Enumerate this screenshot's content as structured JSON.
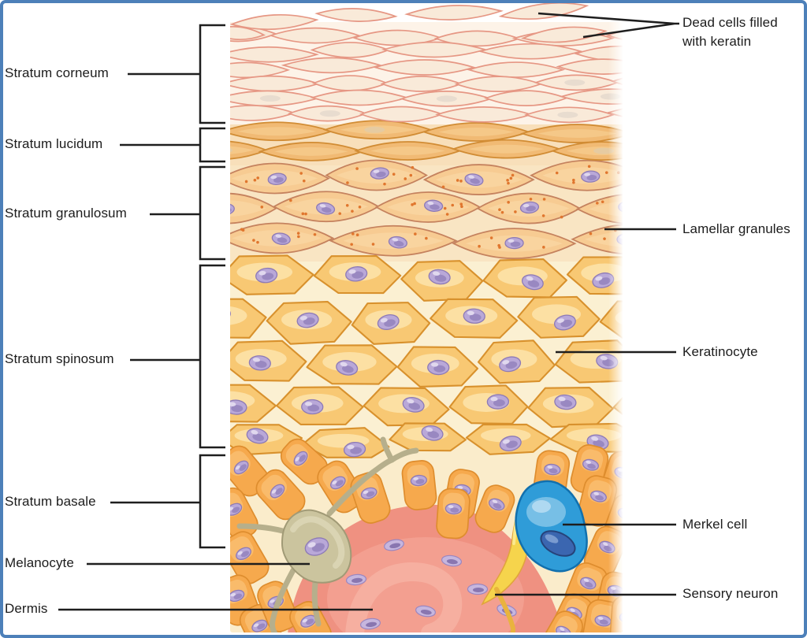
{
  "figure": {
    "description": "Cross-section diagram of epidermis skin layers"
  },
  "labels": {
    "left": [
      {
        "id": "stratum-corneum",
        "text": "Stratum corneum"
      },
      {
        "id": "stratum-lucidum",
        "text": "Stratum lucidum"
      },
      {
        "id": "stratum-granulosum",
        "text": "Stratum granulosum"
      },
      {
        "id": "stratum-spinosum",
        "text": "Stratum spinosum"
      },
      {
        "id": "stratum-basale",
        "text": "Stratum basale"
      },
      {
        "id": "melanocyte",
        "text": "Melanocyte"
      },
      {
        "id": "dermis",
        "text": "Dermis"
      }
    ],
    "right": [
      {
        "id": "dead-cells",
        "text": "Dead cells filled with keratin"
      },
      {
        "id": "lamellar-granules",
        "text": "Lamellar granules"
      },
      {
        "id": "keratinocyte",
        "text": "Keratinocyte"
      },
      {
        "id": "merkel-cell",
        "text": "Merkel cell"
      },
      {
        "id": "sensory-neuron",
        "text": "Sensory neuron"
      }
    ]
  },
  "colors": {
    "border": "#4d80b9",
    "line": "#1e1e1e",
    "text": "#1c1c1c",
    "corneum_fill": "#f9ead9",
    "corneum_stroke": "#e69784",
    "lucidum_fill": "#f1ba74",
    "lucidum_stroke": "#d18c34",
    "granulosum_fill": "#f7cb92",
    "granulosum_stroke": "#c5825e",
    "granule_dot": "#e0762e",
    "spinosum_fill": "#f8c873",
    "spinosum_hl": "#fce2a8",
    "spinosum_stroke": "#d8912d",
    "basale_fill": "#f6a94d",
    "basale_stroke": "#de8d2e",
    "nucleus_fill": "#b9a8d8",
    "nucleus_stroke": "#8d7ab6",
    "dermis_fill": "#ef9181",
    "dermis_light": "#f5ab9c",
    "melanocyte_fill": "#cbc49e",
    "melanocyte_stroke": "#a19a76",
    "merkel_fill": "#2f9cd8",
    "merkel_stroke": "#1170ae",
    "merkel_nucleus": "#3b66b0",
    "neuron_fill": "#f6d44c",
    "neuron_stroke": "#e0a53c"
  }
}
